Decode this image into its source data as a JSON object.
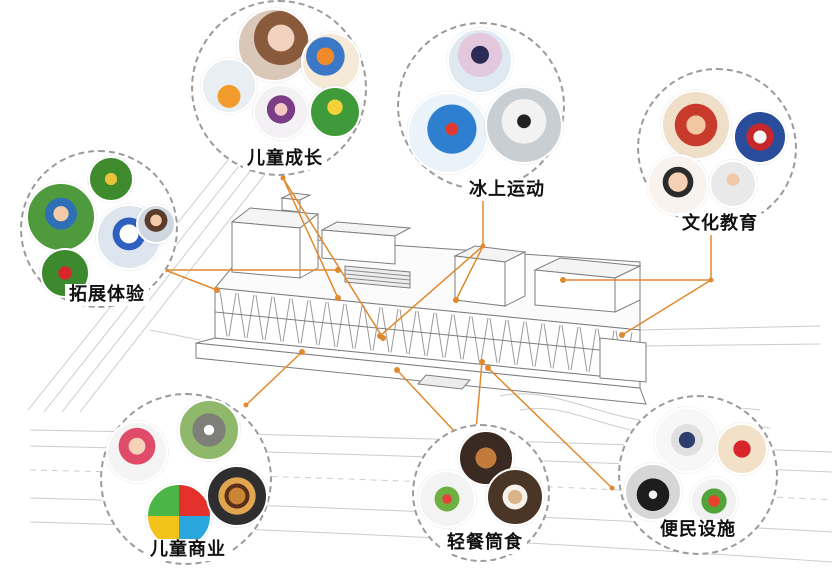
{
  "callouts": [
    {
      "label": "儿童成长"
    },
    {
      "label": "冰上运动"
    },
    {
      "label": "文化教育"
    },
    {
      "label": "拓展体验"
    },
    {
      "label": "儿童商业"
    },
    {
      "label": "轻餐筒食"
    },
    {
      "label": "便民设施"
    }
  ],
  "colors": {
    "connector": "#E0892E",
    "circle_border": "#9b9b9b",
    "building_line": "#7d7d7d",
    "label_text": "#111111"
  }
}
